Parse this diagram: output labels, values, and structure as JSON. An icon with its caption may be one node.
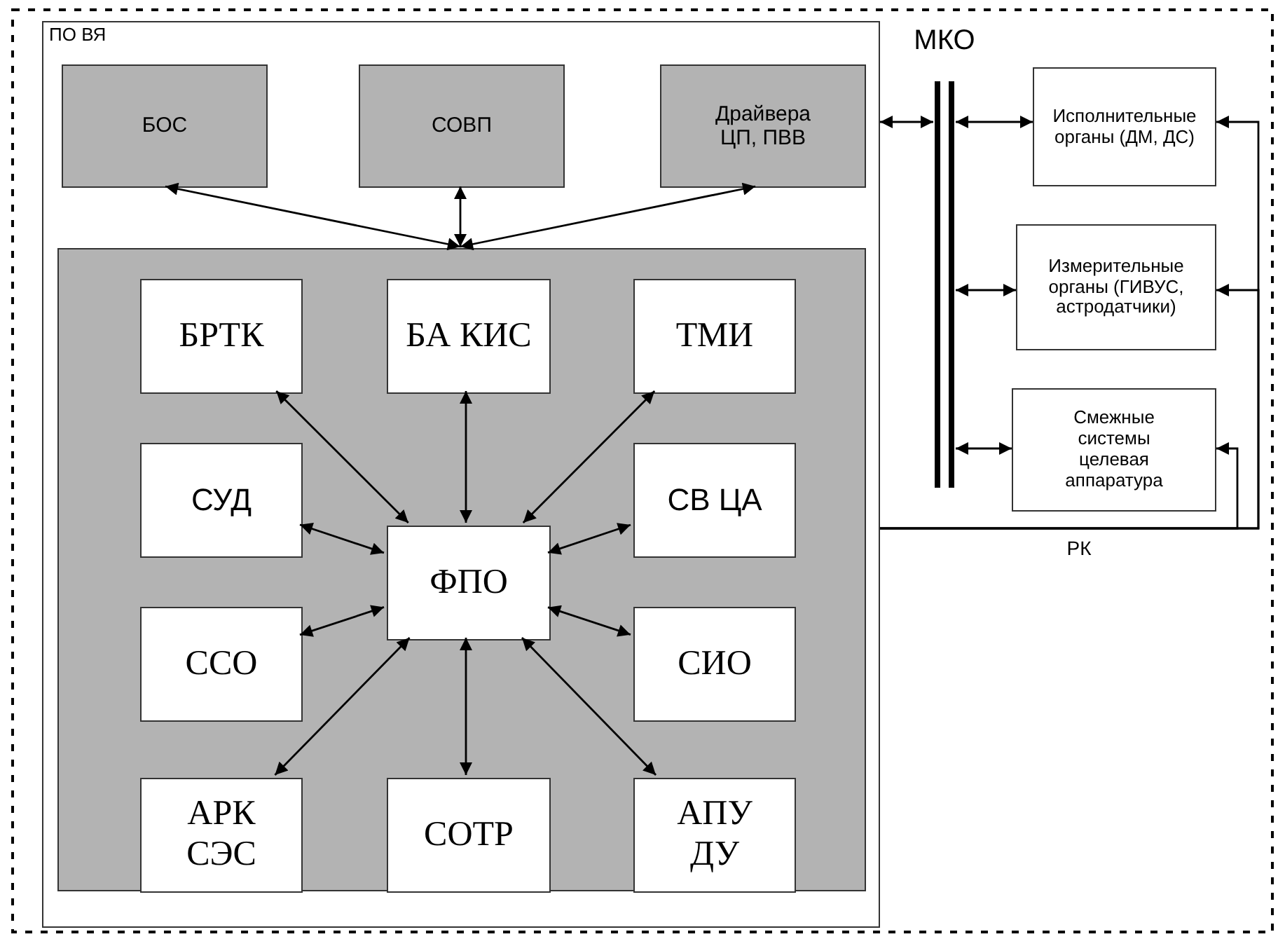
{
  "diagram": {
    "nodes": [
      {
        "text": [
          "ПО ВЯ"
        ]
      },
      {
        "text": [
          "БОС"
        ],
        "in": 0
      },
      {
        "text": [
          "СОВП"
        ],
        "in": 0
      },
      {
        "text": [
          "Драйвера ЦП, ПВВ"
        ],
        "in": 0
      },
      {
        "text": [],
        "shape": "box",
        "in": 0
      },
      {
        "text": [
          "БРТК"
        ],
        "in": 4
      },
      {
        "text": [
          "БА КИС"
        ],
        "in": 4
      },
      {
        "text": [
          "ТМИ"
        ],
        "in": 4
      },
      {
        "text": [
          "СУД"
        ],
        "in": 4
      },
      {
        "text": [
          "СВ ЦА"
        ],
        "in": 4
      },
      {
        "text": [
          "ФПО"
        ],
        "in": 4
      },
      {
        "text": [
          "ССО"
        ],
        "in": 4
      },
      {
        "text": [
          "СИО"
        ],
        "in": 4
      },
      {
        "text": [
          "АРК СЭС"
        ],
        "in": 4
      },
      {
        "text": [
          "СОТР"
        ],
        "in": 4
      },
      {
        "text": [
          "АПУ ДУ"
        ],
        "in": 4
      },
      {
        "text": [
          "МКО"
        ]
      },
      {
        "text": [
          "Исполнительные органы (ДМ, ДС)"
        ]
      },
      {
        "text": [
          "Измерительные органы (ГИВУС, астродатчики)"
        ]
      },
      {
        "text": [
          "Смежные системы целевая аппаратура"
        ]
      }
    ],
    "edges": [
      {
        "from": 1,
        "to": 4,
        "arrow": "both"
      },
      {
        "from": 2,
        "to": 4,
        "arrow": "both"
      },
      {
        "from": 3,
        "to": 4,
        "arrow": "both"
      },
      {
        "from": 10,
        "to": 5,
        "arrow": "both"
      },
      {
        "from": 10,
        "to": 6,
        "arrow": "both"
      },
      {
        "from": 10,
        "to": 7,
        "arrow": "both"
      },
      {
        "from": 10,
        "to": 8,
        "arrow": "both"
      },
      {
        "from": 10,
        "to": 9,
        "arrow": "both"
      },
      {
        "from": 10,
        "to": 11,
        "arrow": "both"
      },
      {
        "from": 10,
        "to": 12,
        "arrow": "both"
      },
      {
        "from": 10,
        "to": 13,
        "arrow": "both"
      },
      {
        "from": 10,
        "to": 14,
        "arrow": "both"
      },
      {
        "from": 10,
        "to": 15,
        "arrow": "both"
      },
      {
        "from": 0,
        "to": 16,
        "arrow": "both"
      },
      {
        "from": 16,
        "to": 17,
        "arrow": "both"
      },
      {
        "from": 16,
        "to": 18,
        "arrow": "both"
      },
      {
        "from": 16,
        "to": 19,
        "arrow": "both"
      },
      {
        "from": 0,
        "to": 17,
        "arrow": "to"
      },
      {
        "from": 0,
        "to": 18,
        "arrow": "to"
      },
      {
        "from": 0,
        "to": 19,
        "arrow": "to"
      }
    ],
    "labels": [
      "РК"
    ]
  }
}
